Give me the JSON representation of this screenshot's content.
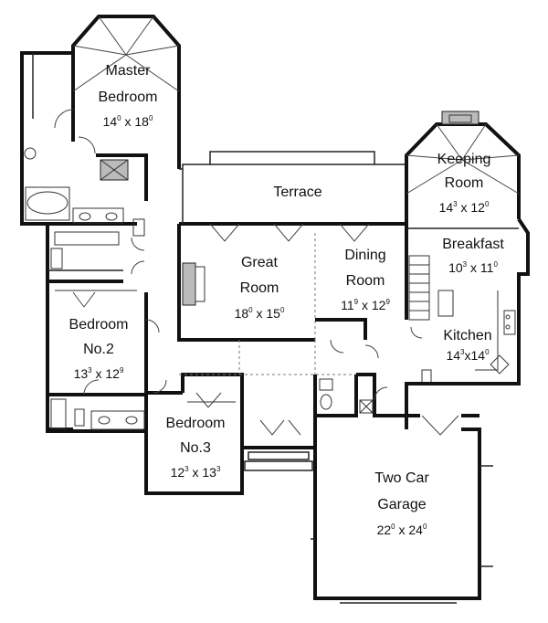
{
  "rooms": {
    "master_bedroom": {
      "name_line1": "Master",
      "name_line2": "Bedroom",
      "w_ft": "14",
      "w_in": "0",
      "d_ft": "18",
      "d_in": "0"
    },
    "keeping_room": {
      "name_line1": "Keeping",
      "name_line2": "Room",
      "w_ft": "14",
      "w_in": "3",
      "d_ft": "12",
      "d_in": "0"
    },
    "terrace": {
      "name": "Terrace"
    },
    "breakfast": {
      "name": "Breakfast",
      "w_ft": "10",
      "w_in": "3",
      "d_ft": "11",
      "d_in": "0"
    },
    "great_room": {
      "name_line1": "Great",
      "name_line2": "Room",
      "w_ft": "18",
      "w_in": "0",
      "d_ft": "15",
      "d_in": "0"
    },
    "dining_room": {
      "name_line1": "Dining",
      "name_line2": "Room",
      "w_ft": "11",
      "w_in": "9",
      "d_ft": "12",
      "d_in": "9"
    },
    "kitchen": {
      "name": "Kitchen",
      "w_ft": "14",
      "w_in": "3",
      "d_ft": "14",
      "d_in": "0"
    },
    "bedroom_2": {
      "name_line1": "Bedroom",
      "name_line2": "No.2",
      "w_ft": "13",
      "w_in": "3",
      "d_ft": "12",
      "d_in": "9"
    },
    "bedroom_3": {
      "name_line1": "Bedroom",
      "name_line2": "No.3",
      "w_ft": "12",
      "w_in": "3",
      "d_ft": "13",
      "d_in": "3"
    },
    "garage": {
      "name_line1": "Two Car",
      "name_line2": "Garage",
      "w_ft": "22",
      "w_in": "0",
      "d_ft": "24",
      "d_in": "0"
    }
  },
  "separator": "x"
}
